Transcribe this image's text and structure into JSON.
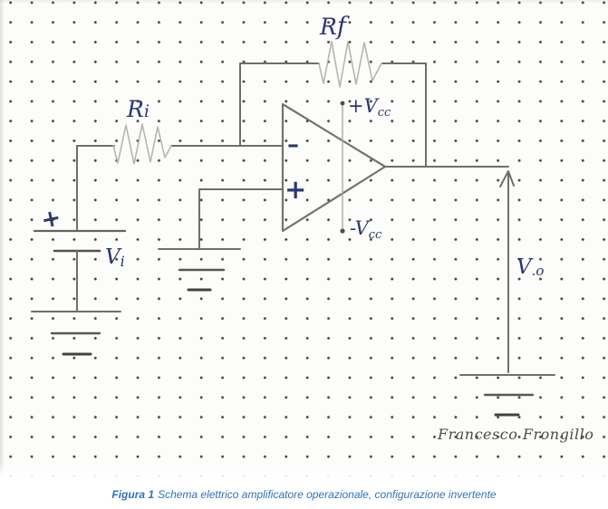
{
  "figure": {
    "caption_label": "Figura 1",
    "caption_text": "Schema elettrico amplificatore operazionale, configurazione invertente",
    "signature": "Francesco Frongillo"
  },
  "schematic": {
    "description": "Hand-drawn op-amp inverting amplifier on dotted notebook paper",
    "labels": {
      "rf_main": "R",
      "rf_sub": "f",
      "ri_main": "R",
      "ri_sub": "i",
      "vcc_plus_main": "+V",
      "vcc_plus_sub": "cc",
      "vcc_minus_main": "-V",
      "vcc_minus_sub": "cc",
      "vi_main": "V",
      "vi_sub": "i",
      "vo_main": "V",
      "vo_sub": ".o",
      "opamp_minus": "–",
      "opamp_plus": "+",
      "source_plus": "+"
    },
    "colors": {
      "ink": "#2b3770",
      "pencil": "#6f6e6a",
      "pencil_light": "#b6b5b0",
      "caption": "#2e74b5",
      "paper": "#fcfcfa"
    }
  }
}
